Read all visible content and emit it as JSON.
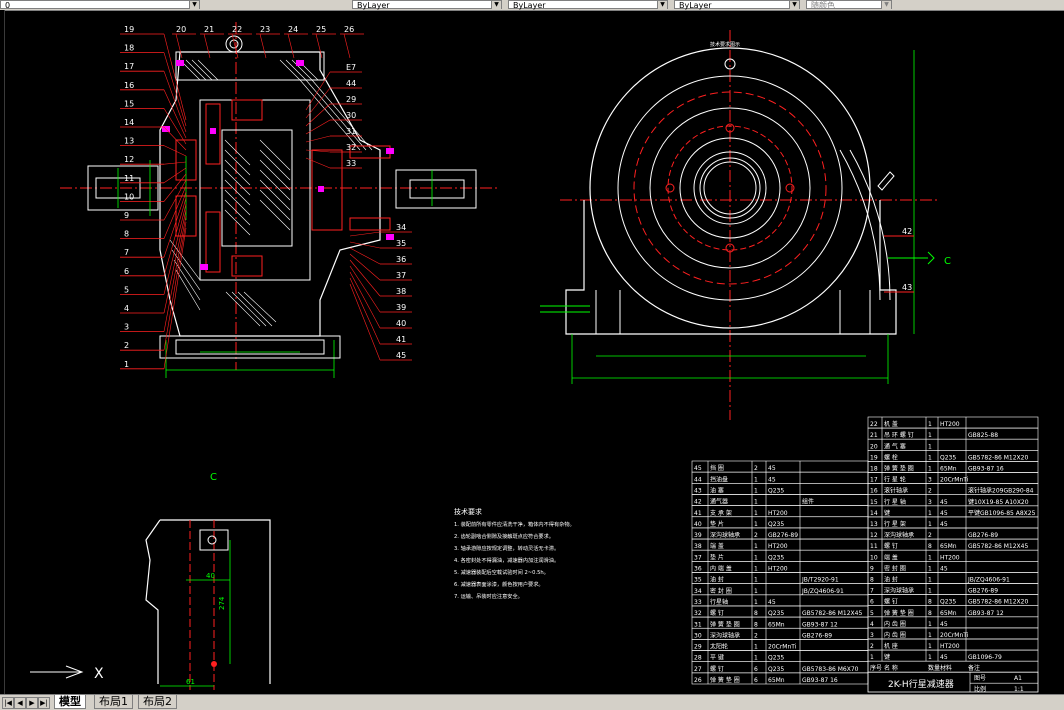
{
  "toolbar": {
    "layer_combo": "0",
    "color_combo": "ByLayer",
    "linetype_combo": "ByLayer",
    "lineweight_combo": "ByLayer",
    "plotstyle_combo": "随颜色"
  },
  "tabs": [
    {
      "label": "模型",
      "active": true
    },
    {
      "label": "布局1",
      "active": false
    },
    {
      "label": "布局2",
      "active": false
    }
  ],
  "drawing": {
    "left_callouts": [
      "19",
      "18",
      "17",
      "16",
      "15",
      "14",
      "13",
      "12",
      "11",
      "10",
      "9",
      "8",
      "7",
      "6",
      "5",
      "4",
      "3",
      "2",
      "1"
    ],
    "top_callouts": [
      "20",
      "21",
      "22",
      "23",
      "24",
      "25",
      "26"
    ],
    "right_callouts_a": [
      "E7",
      "44",
      "29",
      "30",
      "31",
      "32",
      "33"
    ],
    "right_callouts_b": [
      "34",
      "35",
      "36",
      "37",
      "38",
      "39",
      "40",
      "41",
      "45"
    ],
    "side_view_title": "技术要求图示",
    "side_callouts": [
      "42",
      "43"
    ],
    "section_marker": "C",
    "side_marker": "C",
    "detail_dims": [
      "40",
      "274",
      "61"
    ],
    "ucs_x": "X",
    "tech_title": "技术要求",
    "tech_lines": [
      "1. 装配前所有零件应清洗干净，箱体内不得有杂物。",
      "2. 齿轮副啮合侧隙及接触斑点应符合要求。",
      "3. 轴承游隙应按规定调整，转动灵活无卡滞。",
      "4. 各密封处不得漏油，减速器内加注润滑油。",
      "5. 减速器装配后空载试验时间 2~0.5h。",
      "6. 减速器表面涂漆，颜色按用户要求。",
      "7. 运输、吊装时应注意安全。"
    ],
    "assembly_title": "2K-H行星减速器"
  },
  "parts_left": [
    [
      "45",
      "挡 圈",
      "2",
      "45",
      ""
    ],
    [
      "44",
      "挡油盘",
      "1",
      "45",
      ""
    ],
    [
      "43",
      "油 塞",
      "1",
      "Q235",
      ""
    ],
    [
      "42",
      "通气器",
      "1",
      "",
      "组件"
    ],
    [
      "41",
      "支 承 架",
      "1",
      "HT200",
      ""
    ],
    [
      "40",
      "垫 片",
      "1",
      "Q235",
      ""
    ],
    [
      "39",
      "深沟球轴承",
      "2",
      "GB276-89",
      ""
    ],
    [
      "38",
      "端 盖",
      "1",
      "HT200",
      ""
    ],
    [
      "37",
      "垫 片",
      "1",
      "Q235",
      ""
    ],
    [
      "36",
      "内 端 盖",
      "1",
      "HT200",
      ""
    ],
    [
      "35",
      "油 封",
      "1",
      "",
      "JB/T2920-91"
    ],
    [
      "34",
      "密 封 圈",
      "1",
      "",
      "JB/ZQ4606-91"
    ],
    [
      "33",
      "行星轴",
      "1",
      "45",
      ""
    ],
    [
      "32",
      "螺 钉",
      "8",
      "Q235",
      "GB5782-86 M12X45"
    ],
    [
      "31",
      "弹 簧 垫 圈",
      "8",
      "65Mn",
      "GB93-87 12"
    ],
    [
      "30",
      "深沟球轴承",
      "2",
      "",
      "GB276-89"
    ],
    [
      "29",
      "太阳轮",
      "1",
      "20CrMnTi",
      ""
    ],
    [
      "28",
      "平 键",
      "1",
      "Q235",
      ""
    ],
    [
      "27",
      "螺 钉",
      "6",
      "Q235",
      "GB5783-86 M6X70"
    ],
    [
      "26",
      "弹 簧 垫 圈",
      "6",
      "65Mn",
      "GB93-87 16"
    ]
  ],
  "parts_right": [
    [
      "22",
      "机 盖",
      "1",
      "HT200",
      ""
    ],
    [
      "21",
      "吊 环 螺 钉",
      "1",
      "",
      "GB825-88"
    ],
    [
      "20",
      "通 气 塞",
      "1",
      "",
      ""
    ],
    [
      "19",
      "螺 栓",
      "1",
      "Q235",
      "GB5782-86 M12X20"
    ],
    [
      "18",
      "弹 簧 垫 圈",
      "1",
      "65Mn",
      "GB93-87 16"
    ],
    [
      "17",
      "行 星 轮",
      "3",
      "20CrMnTi",
      ""
    ],
    [
      "16",
      "滚针轴承",
      "2",
      "",
      "滚针轴承209GB290-84"
    ],
    [
      "15",
      "行 星 轴",
      "3",
      "45",
      "键10X19-85 A10X20"
    ],
    [
      "14",
      "键",
      "1",
      "45",
      "平键GB1096-85 A8X25"
    ],
    [
      "13",
      "行 星 架",
      "1",
      "45",
      ""
    ],
    [
      "12",
      "深沟球轴承",
      "2",
      "",
      "GB276-89"
    ],
    [
      "11",
      "螺 钉",
      "8",
      "65Mn",
      "GB5782-86 M12X45"
    ],
    [
      "10",
      "端 盖",
      "1",
      "HT200",
      ""
    ],
    [
      "9",
      "密 封 圈",
      "1",
      "45",
      ""
    ],
    [
      "8",
      "油 封",
      "1",
      "",
      "JB/ZQ4606-91"
    ],
    [
      "7",
      "深沟球轴承",
      "1",
      "",
      "GB276-89"
    ],
    [
      "6",
      "螺 钉",
      "8",
      "Q235",
      "GB5782-86 M12X20"
    ],
    [
      "5",
      "弹 簧 垫 圈",
      "8",
      "65Mn",
      "GB93-87 12"
    ],
    [
      "4",
      "内 齿 圈",
      "1",
      "45",
      ""
    ],
    [
      "3",
      "内 齿 圈",
      "1",
      "20CrMnTi",
      ""
    ],
    [
      "2",
      "机 座",
      "1",
      "HT200",
      ""
    ],
    [
      "1",
      "键",
      "1",
      "45",
      "GB1096-79"
    ]
  ],
  "parts_header": [
    "序号",
    "名 称",
    "数量",
    "材料",
    "备注"
  ],
  "title_block": {
    "name": "2K-H行星减速器",
    "scale_label": "比例",
    "scale": "1:1",
    "sheet_label": "图号",
    "sheet": "A1"
  },
  "colors": {
    "background": "#000000",
    "line_white": "#ffffff",
    "line_red": "#ff2020",
    "line_green": "#00ff00",
    "line_magenta": "#ff00ff",
    "line_cyan": "#00ffff",
    "ui_gray": "#d4d0c8"
  }
}
